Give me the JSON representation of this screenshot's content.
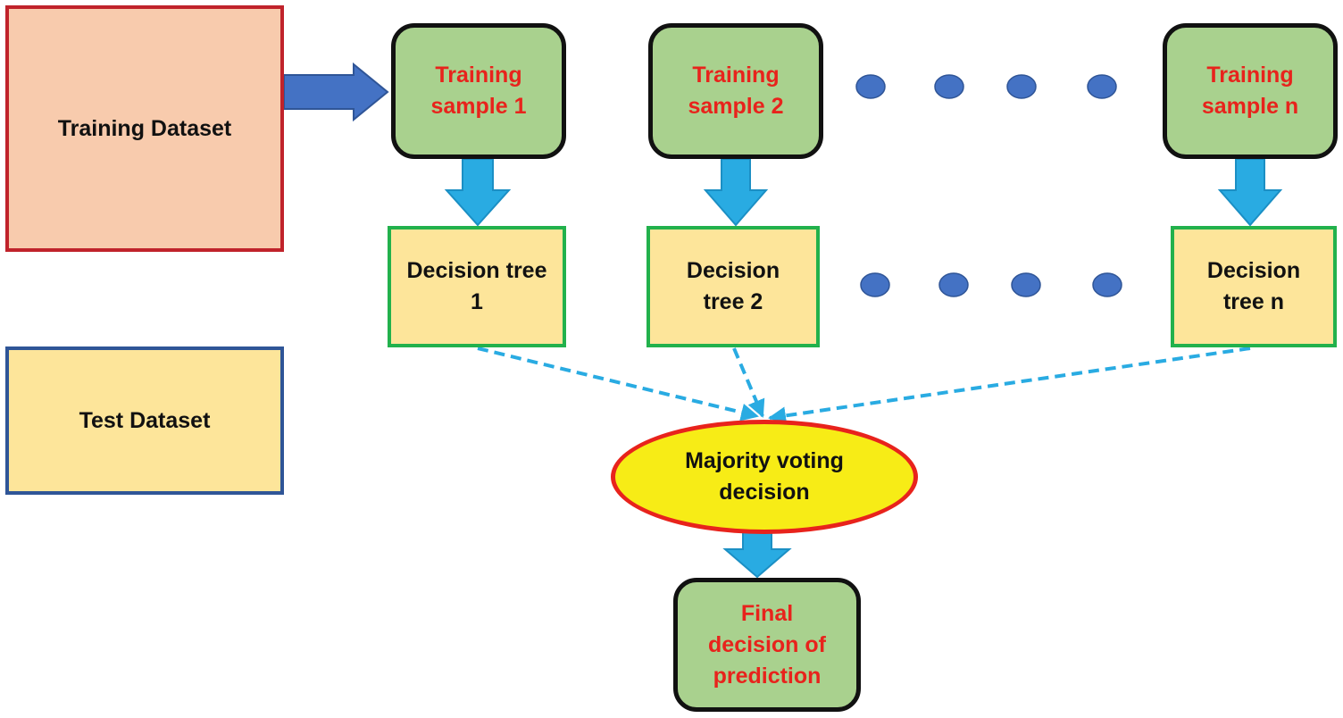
{
  "training_dataset": {
    "label": "Training Dataset"
  },
  "test_dataset": {
    "label": "Test Dataset"
  },
  "samples": [
    {
      "line1": "Training",
      "line2": "sample 1"
    },
    {
      "line1": "Training",
      "line2": "sample 2"
    },
    {
      "line1": "Training",
      "line2": "sample n"
    }
  ],
  "trees": [
    {
      "line1": "Decision tree",
      "line2": "1"
    },
    {
      "line1": "Decision",
      "line2": "tree 2"
    },
    {
      "line1": "Decision",
      "line2": "tree n"
    }
  ],
  "voting": {
    "line1": "Majority voting",
    "line2": "decision"
  },
  "final": {
    "line1": "Final",
    "line2": "decision of",
    "line3": "prediction"
  },
  "colors": {
    "training_fill": "#f8cbad",
    "training_border": "#c0232b",
    "test_fill": "#fde59a",
    "test_border": "#2f5597",
    "sample_fill": "#a9d18e",
    "sample_text": "#e8231c",
    "tree_border": "#22b14c",
    "vote_fill": "#f7ec16",
    "arrow_blue": "#29abe2",
    "arrow_dark": "#4472c4",
    "dot": "#4472c4"
  }
}
